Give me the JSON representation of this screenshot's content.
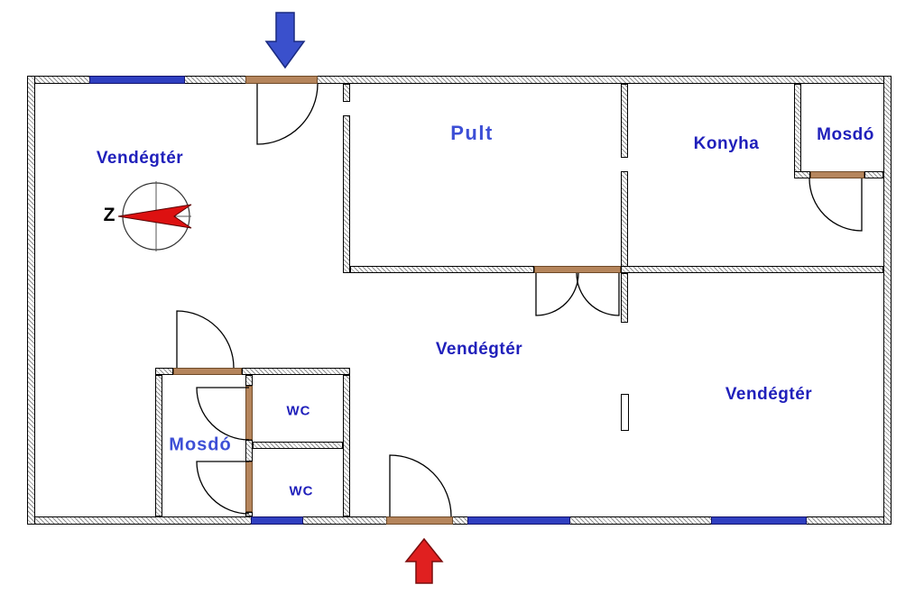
{
  "diagram": {
    "type": "floor-plan",
    "labels": {
      "guest_area_left": "Vendégtér",
      "counter": "Pult",
      "kitchen": "Konyha",
      "restroom_top_right": "Mosdó",
      "guest_area_center": "Vendégtér",
      "guest_area_right": "Vendégtér",
      "restroom_bottom_left": "Mosdó",
      "wc_upper": "WC",
      "wc_lower": "WC",
      "compass_letter": "Z"
    },
    "colors": {
      "label_dark_blue": "#2020bb",
      "label_light_blue": "#3d4fd6",
      "window_blue": "#2f3fc0",
      "door_threshold_brown": "#b5855c",
      "entrance_arrow_blue": "#3a50cc",
      "entrance_arrow_red": "#e02020",
      "compass_needle_red": "#dd1111",
      "wall_outline": "#000000"
    }
  }
}
